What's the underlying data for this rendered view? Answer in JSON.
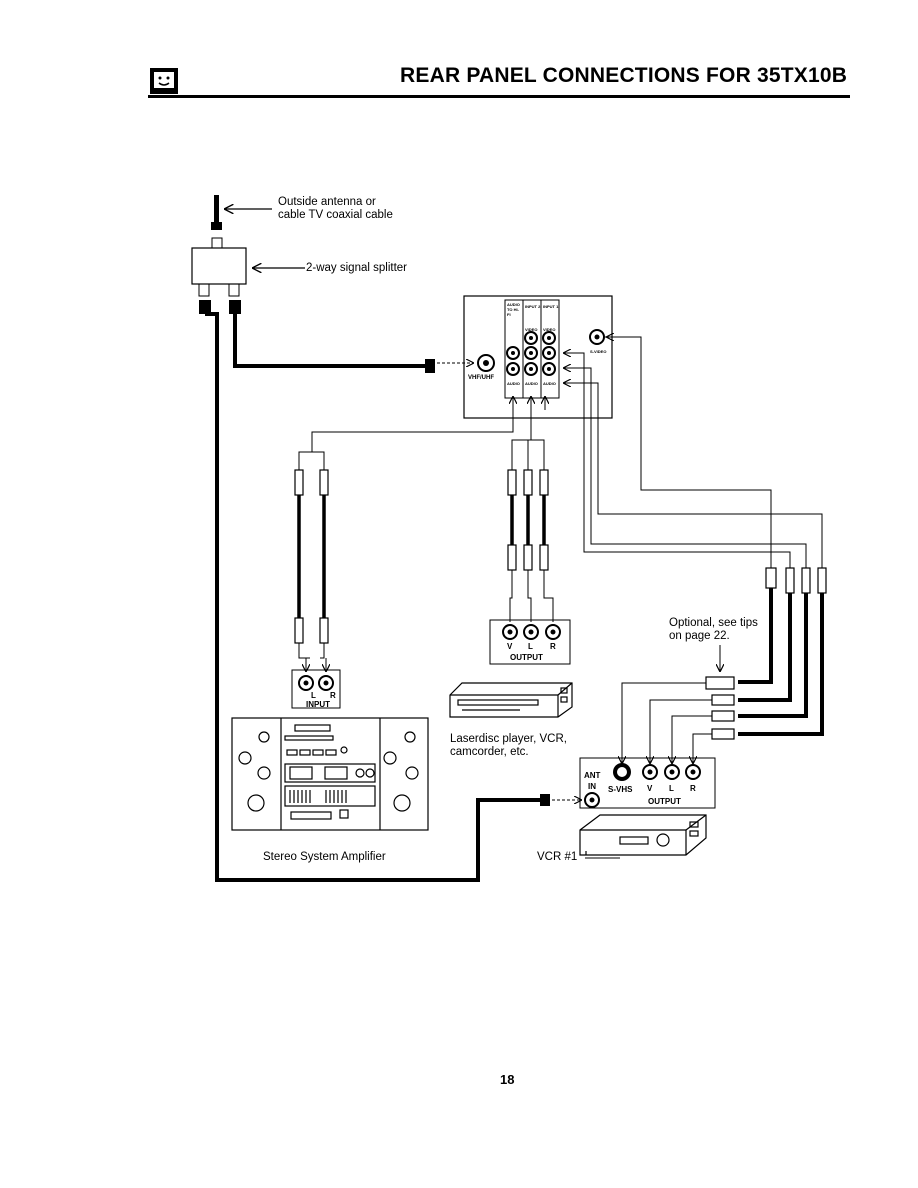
{
  "header": {
    "title": "REAR PANEL CONNECTIONS FOR 35TX10B"
  },
  "labels": {
    "antenna_line1": "Outside antenna or",
    "antenna_line2": "cable TV coaxial cable",
    "splitter": "2-way signal splitter",
    "optional_line1": "Optional, see tips",
    "optional_line2": "on page 22.",
    "laserdisc_line1": "Laserdisc player, VCR,",
    "laserdisc_line2": "camcorder, etc.",
    "stereo": "Stereo System Amplifier",
    "vcr1": "VCR #1"
  },
  "tv_panel": {
    "vhf_uhf": "VHF/UHF",
    "audio_to_hifi": "AUDIO TO HI-FI",
    "input2": "INPUT 2",
    "input1": "INPUT 1",
    "video1": "VIDEO",
    "video2": "VIDEO",
    "audio1": "AUDIO",
    "audio2": "AUDIO",
    "audio3": "AUDIO",
    "svhs": "S-VIDEO"
  },
  "laserdisc_output": {
    "v": "V",
    "l": "L",
    "r": "R",
    "caption": "OUTPUT"
  },
  "amp_input": {
    "l": "L",
    "r": "R",
    "caption": "INPUT"
  },
  "vcr_panel": {
    "ant": "ANT",
    "in": "IN",
    "svhs": "S-VHS",
    "v": "V",
    "l": "L",
    "r": "R",
    "caption": "OUTPUT"
  },
  "footer": {
    "page_number": "18"
  }
}
